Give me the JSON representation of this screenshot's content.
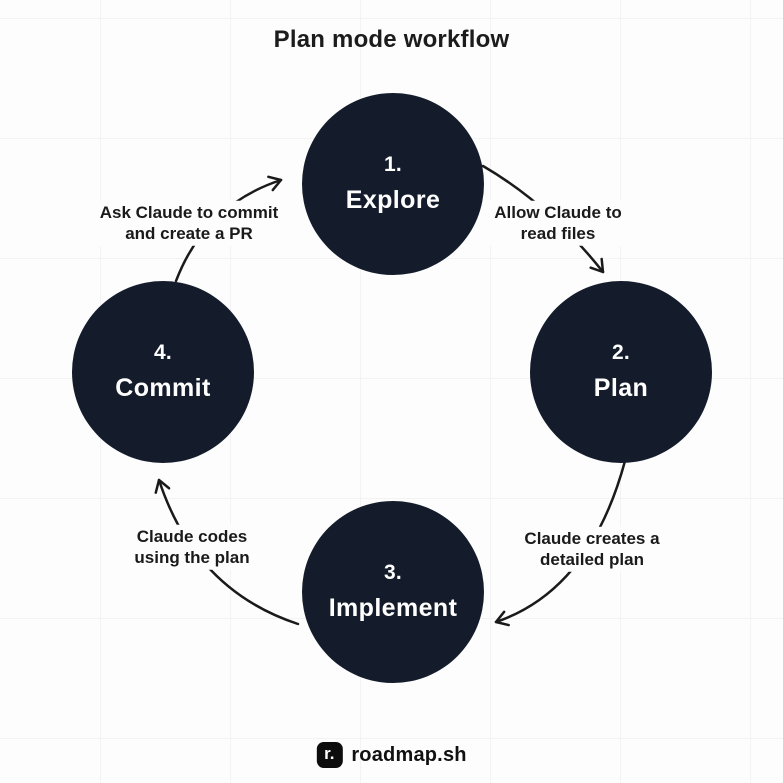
{
  "title": "Plan mode workflow",
  "diagram": {
    "nodes": [
      {
        "number": "1.",
        "label": "Explore"
      },
      {
        "number": "2.",
        "label": "Plan"
      },
      {
        "number": "3.",
        "label": "Implement"
      },
      {
        "number": "4.",
        "label": "Commit"
      }
    ],
    "edges": [
      {
        "from": "Explore",
        "to": "Plan",
        "label_line1": "Allow Claude to",
        "label_line2": "read files"
      },
      {
        "from": "Plan",
        "to": "Implement",
        "label_line1": "Claude creates a",
        "label_line2": "detailed plan"
      },
      {
        "from": "Implement",
        "to": "Commit",
        "label_line1": "Claude codes",
        "label_line2": "using the plan"
      },
      {
        "from": "Commit",
        "to": "Explore",
        "label_line1": "Ask Claude to commit",
        "label_line2": "and create a PR"
      }
    ]
  },
  "footer": {
    "logo_icon": "r.",
    "logo_text": "roadmap.sh"
  },
  "colors": {
    "node_fill": "#141c2b",
    "node_text": "#ffffff",
    "arrow": "#1a1a1a",
    "label_text": "#1a1a1a",
    "background": "#fdfdfd",
    "grid_line": "#f3f3f3"
  }
}
